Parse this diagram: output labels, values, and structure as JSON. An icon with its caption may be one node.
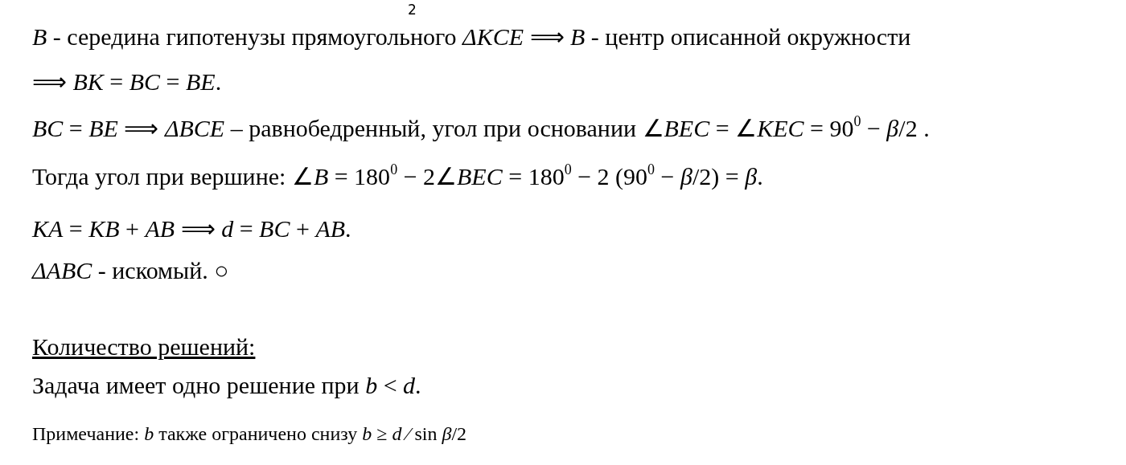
{
  "diagram": {
    "labels": [
      "2",
      "*B* - середина гипотенузы прямоугольного  *ΔKCE* ⟹ *B* - центр описанной окружности ⟹ *BK* = *BC* = *BE*.",
      "*BC* = *BE* ⟹ *ΔBCE* – равнобедренный, угол при основании ∠*BEC* = ∠*KEC* = 90$^{0}$ − *β*/2 .",
      "Тогда угол при вершине: ∠*B* = 180$^{0}$ − 2∠*BEC* = 180$^{0}$ − 2 (90$^{0}$ − *β*/2) = *β*.",
      "*KA* = *KB* + *AB* ⟹ *d* = *BC* + *AB*.",
      "*ΔABC* - искомый. ○",
      "Количество решений:",
      "Задача имеет одно решение при *b* < *d*.",
      "Примечание:  *b* также ограничено снизу *b* ≥ *d* ⁄ sin *β*/2"
    ]
  }
}
